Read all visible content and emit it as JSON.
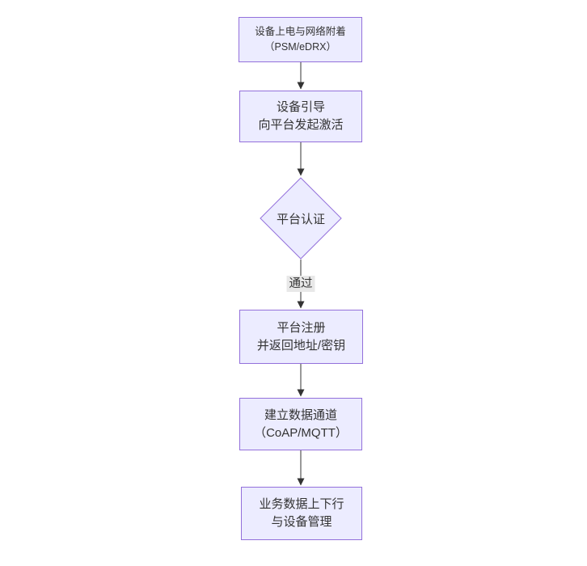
{
  "diagram": {
    "type": "flowchart",
    "direction": "top-down",
    "nodes": [
      {
        "id": "power-attach",
        "shape": "rect",
        "lines": [
          "设备上电与网络附着",
          "（PSM/eDRX）"
        ]
      },
      {
        "id": "bootstrap",
        "shape": "rect",
        "lines": [
          "设备引导",
          "向平台发起激活"
        ]
      },
      {
        "id": "platform-auth",
        "shape": "diamond",
        "lines": [
          "平台认证"
        ]
      },
      {
        "id": "platform-register",
        "shape": "rect",
        "lines": [
          "平台注册",
          "并返回地址/密钥"
        ]
      },
      {
        "id": "data-channel",
        "shape": "rect",
        "lines": [
          "建立数据通道",
          "（CoAP/MQTT）"
        ]
      },
      {
        "id": "business-ops",
        "shape": "rect",
        "lines": [
          "业务数据上下行",
          "与设备管理"
        ]
      }
    ],
    "edges": [
      {
        "from": "power-attach",
        "to": "bootstrap",
        "label": ""
      },
      {
        "from": "bootstrap",
        "to": "platform-auth",
        "label": ""
      },
      {
        "from": "platform-auth",
        "to": "platform-register",
        "label": "通过"
      },
      {
        "from": "platform-register",
        "to": "data-channel",
        "label": ""
      },
      {
        "from": "data-channel",
        "to": "business-ops",
        "label": ""
      }
    ],
    "colors": {
      "node_fill": "#ECECFF",
      "node_border": "#9370DB",
      "arrow": "#333333",
      "text": "#333333",
      "edge_label_bg": "#e8e8e8",
      "canvas_bg": "#ffffff"
    }
  }
}
